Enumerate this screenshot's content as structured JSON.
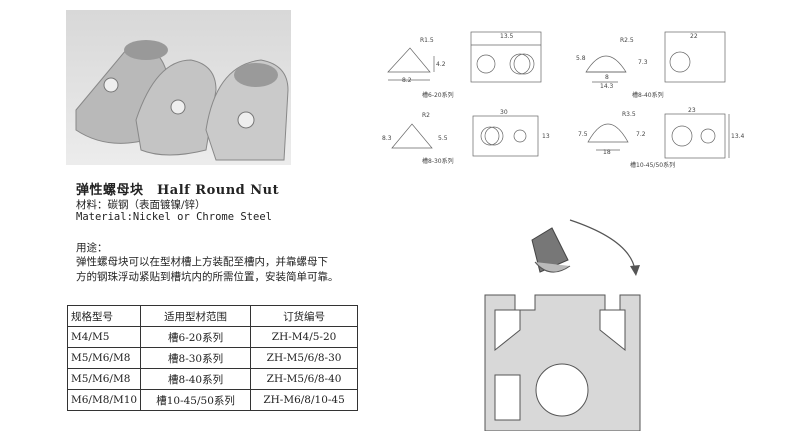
{
  "product": {
    "title": "弹性螺母块　Half Round Nut",
    "material_cn": "材料：碳钢（表面镀镍/锌）",
    "material_en": "Material:Nickel or Chrome Steel",
    "usage_label": "用途：",
    "usage_line1": "弹性螺母块可以在型材槽上方装配至槽内，并靠螺母下",
    "usage_line2": "方的钢珠浮动紧贴到槽坑内的所需位置，安装简单可靠。"
  },
  "table": {
    "headers": [
      "规格型号",
      "适用型材范围",
      "订货编号"
    ],
    "rows": [
      [
        "M4/M5",
        "槽6-20系列",
        "ZH-M4/5-20"
      ],
      [
        "M5/M6/M8",
        "槽8-30系列",
        "ZH-M5/6/8-30"
      ],
      [
        "M5/M6/M8",
        "槽8-40系列",
        "ZH-M5/6/8-40"
      ],
      [
        "M6/M8/M10",
        "槽10-45/50系列",
        "ZH-M6/8/10-45"
      ]
    ]
  },
  "drawings": [
    {
      "caption": "槽6-20系列",
      "radius": "R1.5",
      "height": "4.2",
      "width": "8.2",
      "length": "13.5"
    },
    {
      "caption": "槽8-40系列",
      "radius": "R2.5",
      "height": "5.8",
      "height2": "7.3",
      "inner": "8",
      "width": "14.3",
      "length": "22"
    },
    {
      "caption": "槽8-30系列",
      "radius": "R2",
      "height": "8.3",
      "height2": "5.5",
      "length": "30",
      "depth": "13"
    },
    {
      "caption": "槽10-45/50系列",
      "radius": "R3.5",
      "height": "7.5",
      "height2": "7.2",
      "width": "18",
      "length": "23",
      "depth": "13.4"
    }
  ]
}
